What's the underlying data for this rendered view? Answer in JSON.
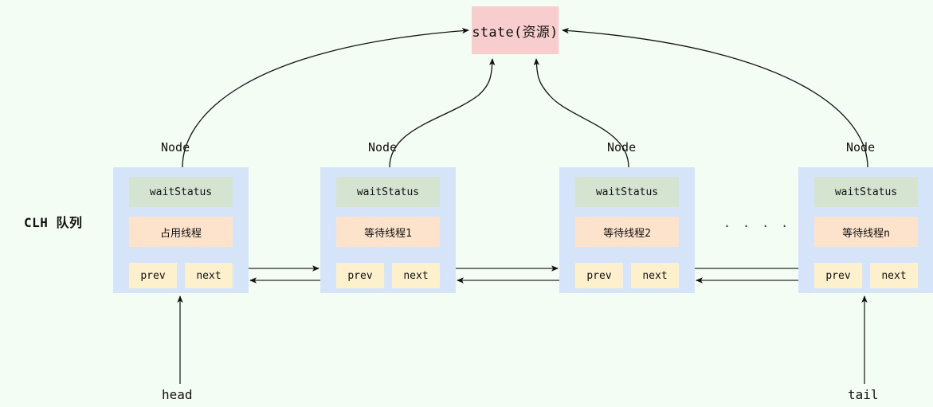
{
  "diagram": {
    "title_label": "CLH 队列",
    "state": {
      "label": "state(资源)",
      "color": "#f7cdcd"
    },
    "node_caption": "Node",
    "ellipsis": ". . . . . . .",
    "pointers": {
      "prev": "prev",
      "next": "next"
    },
    "field_labels": {
      "wait_status": "waitStatus"
    },
    "endpoints": {
      "head": "head",
      "tail": "tail"
    },
    "colors": {
      "background": "#f4fdf4",
      "node_bg": "#d6e4fa",
      "wait_status_bg": "#d4e4d0",
      "thread_bg": "#fde3cc",
      "pointer_bg": "#fdf0cd",
      "state_bg": "#f7cdcd",
      "arrow": "#4d4d4d"
    },
    "nodes": [
      {
        "caption": "Node",
        "wait_status": "waitStatus",
        "thread": "占用线程",
        "prev": "prev",
        "next": "next"
      },
      {
        "caption": "Node",
        "wait_status": "waitStatus",
        "thread": "等待线程1",
        "prev": "prev",
        "next": "next"
      },
      {
        "caption": "Node",
        "wait_status": "waitStatus",
        "thread": "等待线程2",
        "prev": "prev",
        "next": "next"
      },
      {
        "caption": "Node",
        "wait_status": "waitStatus",
        "thread": "等待线程n",
        "prev": "prev",
        "next": "next"
      }
    ]
  }
}
